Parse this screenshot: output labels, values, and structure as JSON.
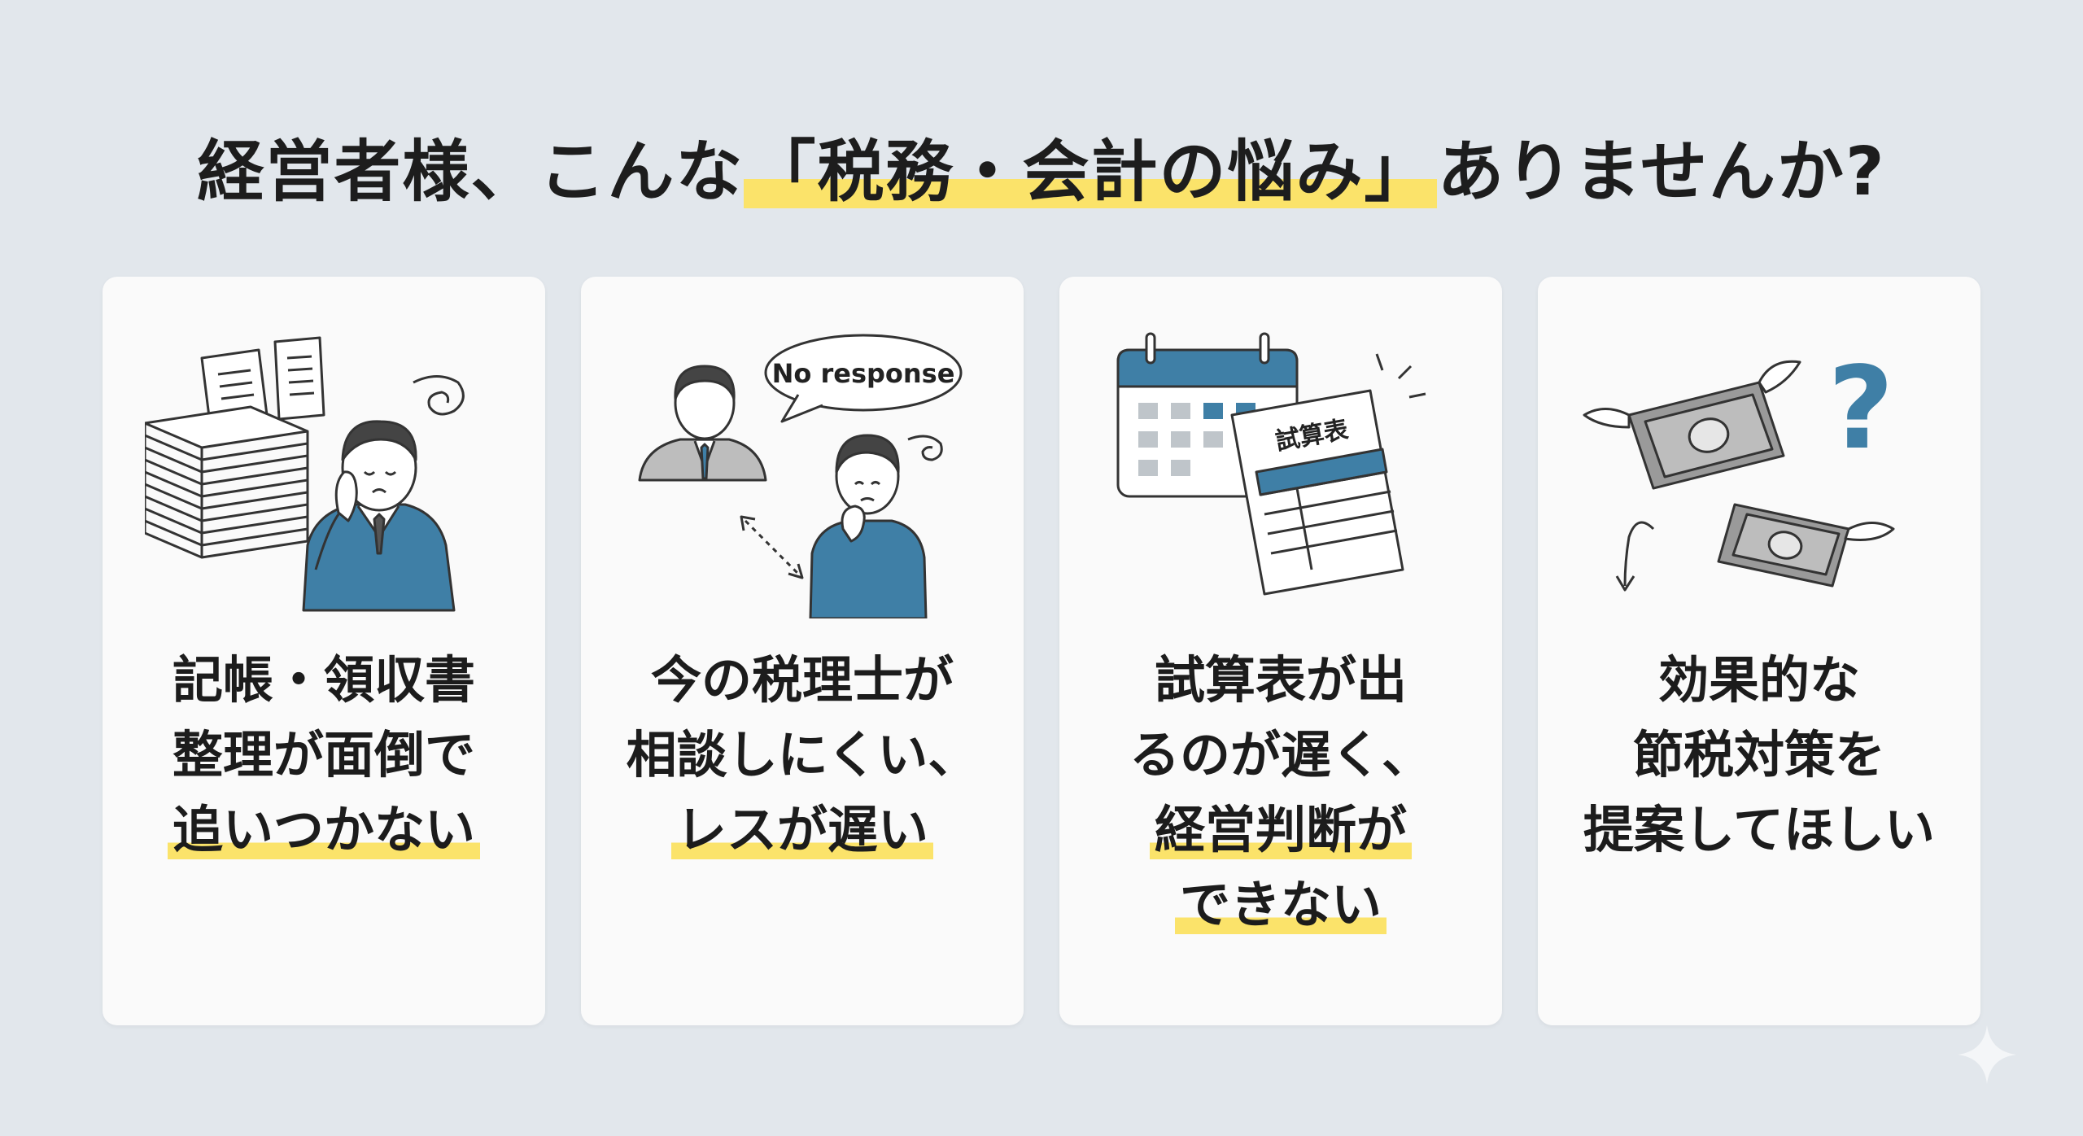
{
  "title": {
    "prefix": "経営者様、こんな",
    "highlight": "「税務・会計の悩み」",
    "suffix": "ありませんか?"
  },
  "cards": [
    {
      "lines": [
        {
          "text": "記帳・領収書",
          "highlight": false
        },
        {
          "text": "整理が面倒で",
          "highlight": false
        },
        {
          "text": "追いつかない",
          "highlight": true
        }
      ],
      "icon": "stressed-man-with-paper-stack"
    },
    {
      "bubble_text": "No response",
      "lines": [
        {
          "text": "今の税理士が",
          "highlight": false
        },
        {
          "text": "相談しにくい、",
          "highlight": false
        },
        {
          "text": "レスが遅い",
          "highlight": true
        }
      ],
      "icon": "no-response-advisor"
    },
    {
      "document_label": "試算表",
      "lines": [
        {
          "text": "試算表が出",
          "highlight": false
        },
        {
          "text": "るのが遅く、",
          "highlight": false
        },
        {
          "text": "経営判断が",
          "highlight": true
        },
        {
          "text": "できない",
          "highlight": true
        }
      ],
      "icon": "calendar-and-trial-balance"
    },
    {
      "lines": [
        {
          "text": "効果的な",
          "highlight": false
        },
        {
          "text": "節税対策を",
          "highlight": false
        },
        {
          "text": "提案してほしい",
          "highlight": false
        }
      ],
      "icon": "flying-money-question"
    }
  ],
  "colors": {
    "background": "#e2e7ec",
    "card": "#fafafa",
    "accent_blue": "#3f7fa6",
    "highlight_yellow": "#fbe36a"
  }
}
